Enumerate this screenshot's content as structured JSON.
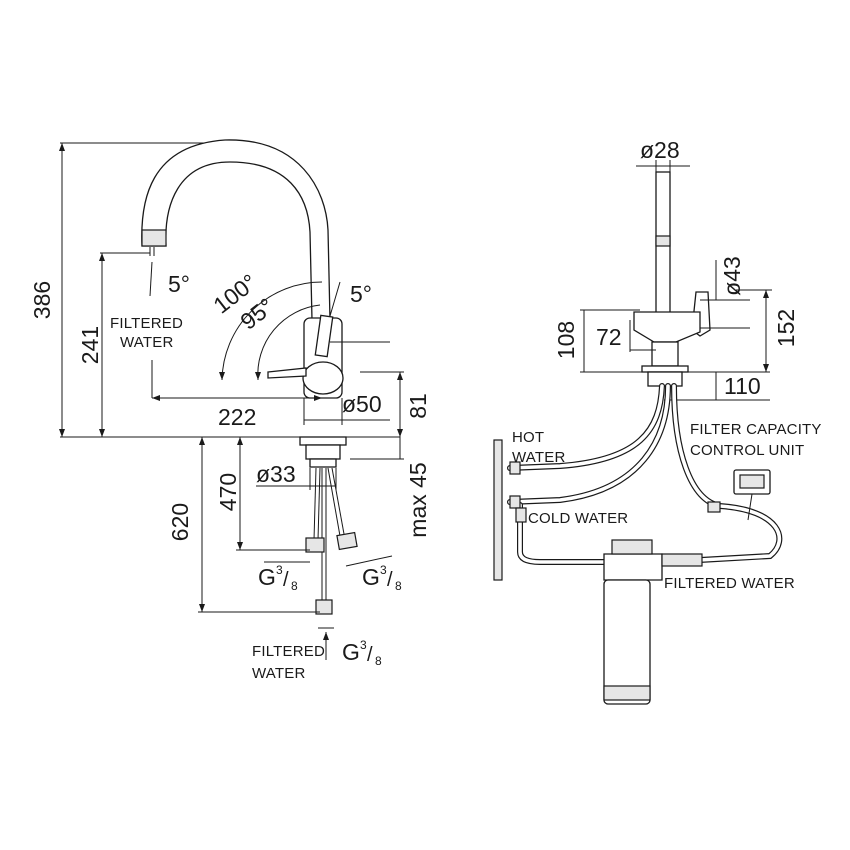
{
  "dimensions": {
    "height_total": "386",
    "height_outlet": "241",
    "reach": "222",
    "body_diameter": "ø50",
    "body_height": "81",
    "angle_outer": "100°",
    "angle_inner": "95°",
    "angle_spout": "5°",
    "angle_outlet": "5°",
    "shank_diameter": "ø33",
    "shank_length": "470",
    "hose_length": "620",
    "max_deck": "max 45",
    "spout_diameter": "ø28",
    "lever_diameter": "ø43",
    "height_side": "108",
    "lever_offset": "72",
    "height_lever": "152",
    "depth_side": "110"
  },
  "threads": [
    {
      "base": "G",
      "num": "3",
      "den": "8"
    },
    {
      "base": "G",
      "num": "3",
      "den": "8"
    },
    {
      "base": "G",
      "num": "3",
      "den": "8"
    }
  ],
  "labels": {
    "filtered_water_outlet": [
      "FILTERED",
      "WATER"
    ],
    "filtered_water_inlet": [
      "FILTERED",
      "WATER"
    ],
    "hot_water": [
      "HOT",
      "WATER"
    ],
    "cold_water": "COLD WATER",
    "filter_capacity": [
      "FILTER CAPACITY",
      "CONTROL UNIT"
    ],
    "filtered_water_side": "FILTERED WATER"
  }
}
